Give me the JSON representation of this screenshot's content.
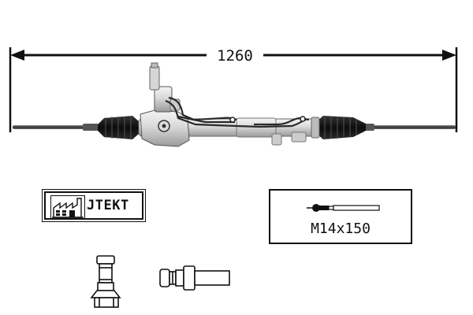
{
  "diagram": {
    "overall_length": "1260"
  },
  "brand": {
    "name": "JTEKT",
    "logo_icon": "factory-icon"
  },
  "spec": {
    "thread": "M14x150",
    "icon": "tie-rod-end-icon"
  },
  "parts": {
    "main": "steering-rack-icon",
    "fitting_1": "pipe-adapter-icon",
    "fitting_2": "hose-fitting-icon"
  }
}
